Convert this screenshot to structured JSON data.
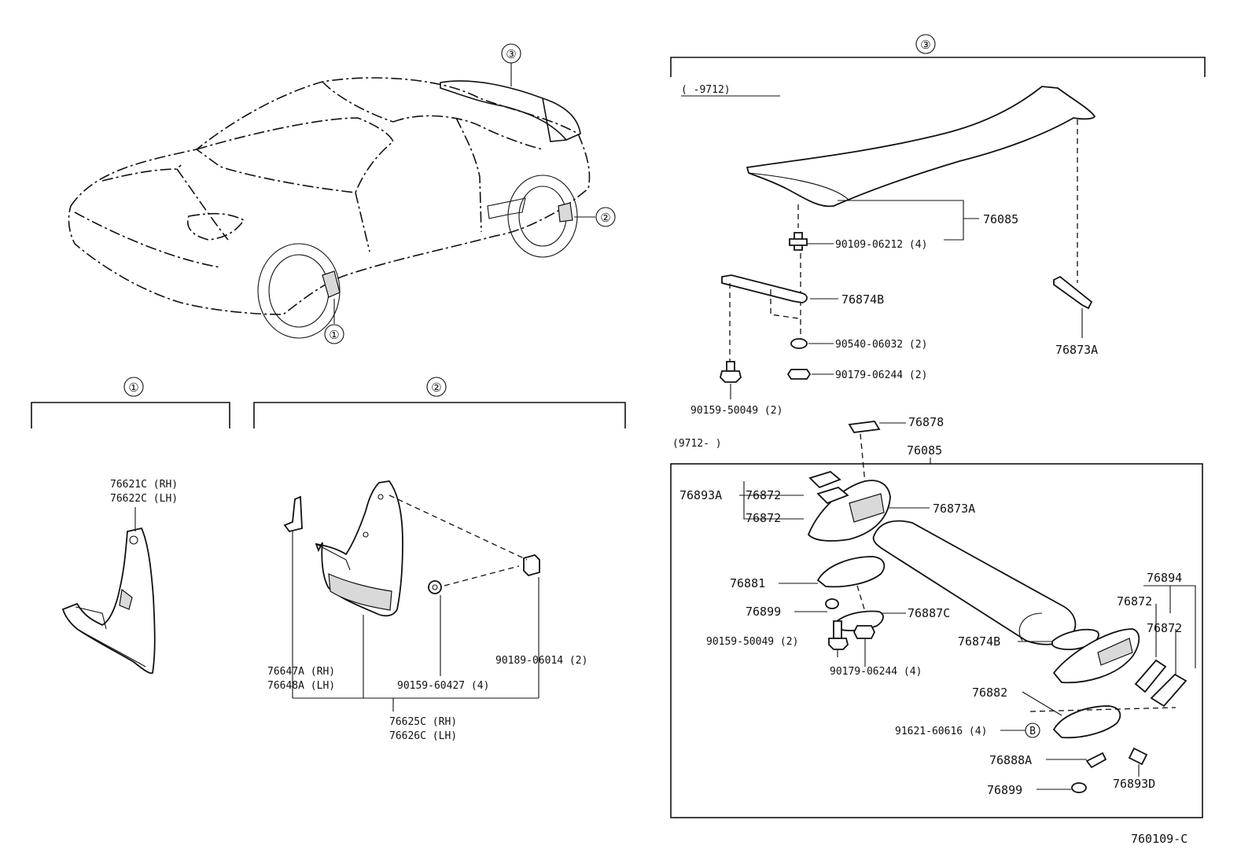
{
  "diagram_code": "760109-C",
  "callouts": {
    "one": "①",
    "two": "②",
    "three": "③",
    "b_mark": "B"
  },
  "section1": {
    "title": "①",
    "mudguard_rh": "76621C (RH)",
    "mudguard_lh": "76622C (LH)"
  },
  "section2": {
    "title": "②",
    "mudguard_rh": "76647A (RH)",
    "mudguard_lh": "76648A (LH)",
    "screw": "90159-60427 (4)",
    "clip": "90189-06014 (2)",
    "set_rh": "76625C (RH)",
    "set_lh": "76626C (LH)"
  },
  "section3": {
    "title": "③",
    "range_early": "(      -9712)",
    "range_late": "(9712-      )",
    "early": {
      "spoiler": "76085",
      "bolt": "90109-06212 (4)",
      "bracket_b": "76874B",
      "washer": "90540-06032 (2)",
      "nut": "90179-06244 (2)",
      "screw": "90159-50049 (2)",
      "bracket_a": "76873A"
    },
    "late": {
      "label": "76878",
      "spoiler": "76085",
      "set": "76893A",
      "cover_upper": "76872",
      "cover_lower": "76872",
      "stay_left": "76873A",
      "pad": "76881",
      "nut_small": "76899",
      "plate": "76887C",
      "screw": "90159-50049 (2)",
      "nut": "90179-06244 (4)",
      "bracket_b": "76874B",
      "set_right": "76894",
      "cover_r1": "76872",
      "cover_r2": "76872",
      "pad_right": "76882",
      "clip": "91621-60616 (4)",
      "stay_small": "76888A",
      "nut_small2": "76899",
      "grommet": "76893D"
    }
  }
}
